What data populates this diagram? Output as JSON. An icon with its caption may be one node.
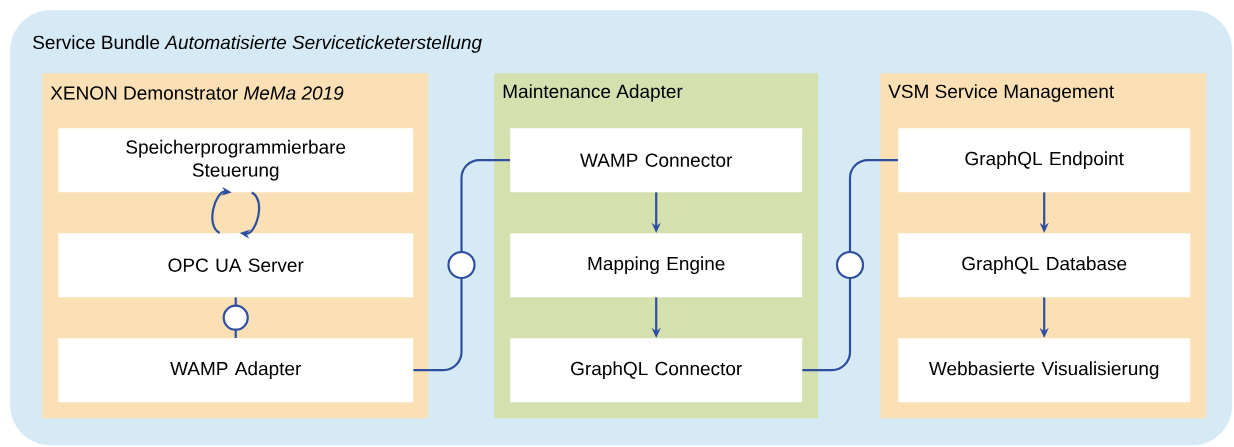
{
  "diagram": {
    "nodes": [
      {
        "text": [
          "Service Bundle *Automatisierte Serviceticketerstellung*"
        ]
      },
      {
        "text": [
          "XENON Demonstrator *MeMa 2019*"
        ],
        "in": 0
      },
      {
        "text": [
          "Speicherprogrammierbare Steuerung"
        ],
        "in": 1
      },
      {
        "text": [
          "OPC UA Server"
        ],
        "in": 1
      },
      {
        "text": [
          "WAMP Adapter"
        ],
        "in": 1
      },
      {
        "text": [
          "Maintenance Adapter"
        ],
        "in": 0
      },
      {
        "text": [
          "WAMP Connector"
        ],
        "in": 5
      },
      {
        "text": [
          "Mapping Engine"
        ],
        "in": 5
      },
      {
        "text": [
          "GraphQL Connector"
        ],
        "in": 5
      },
      {
        "text": [
          "VSM Service Management"
        ],
        "in": 0
      },
      {
        "text": [
          "GraphQL Endpoint"
        ],
        "in": 9
      },
      {
        "text": [
          "GraphQL Database"
        ],
        "in": 9
      },
      {
        "text": [
          "Webbasierte Visualisierung"
        ],
        "in": 9
      }
    ],
    "edges": [
      {
        "from": 3,
        "to": 2,
        "arrow": "to"
      },
      {
        "from": 2,
        "to": 3,
        "arrow": "to"
      },
      {
        "from": 3,
        "to": 4,
        "arrow": "none"
      },
      {
        "from": 4,
        "to": 6,
        "arrow": "none"
      },
      {
        "from": 6,
        "to": 7,
        "arrow": "to"
      },
      {
        "from": 7,
        "to": 8,
        "arrow": "to"
      },
      {
        "from": 8,
        "to": 10,
        "arrow": "none"
      },
      {
        "from": 10,
        "to": 11,
        "arrow": "to"
      },
      {
        "from": 11,
        "to": 12,
        "arrow": "to"
      }
    ]
  }
}
